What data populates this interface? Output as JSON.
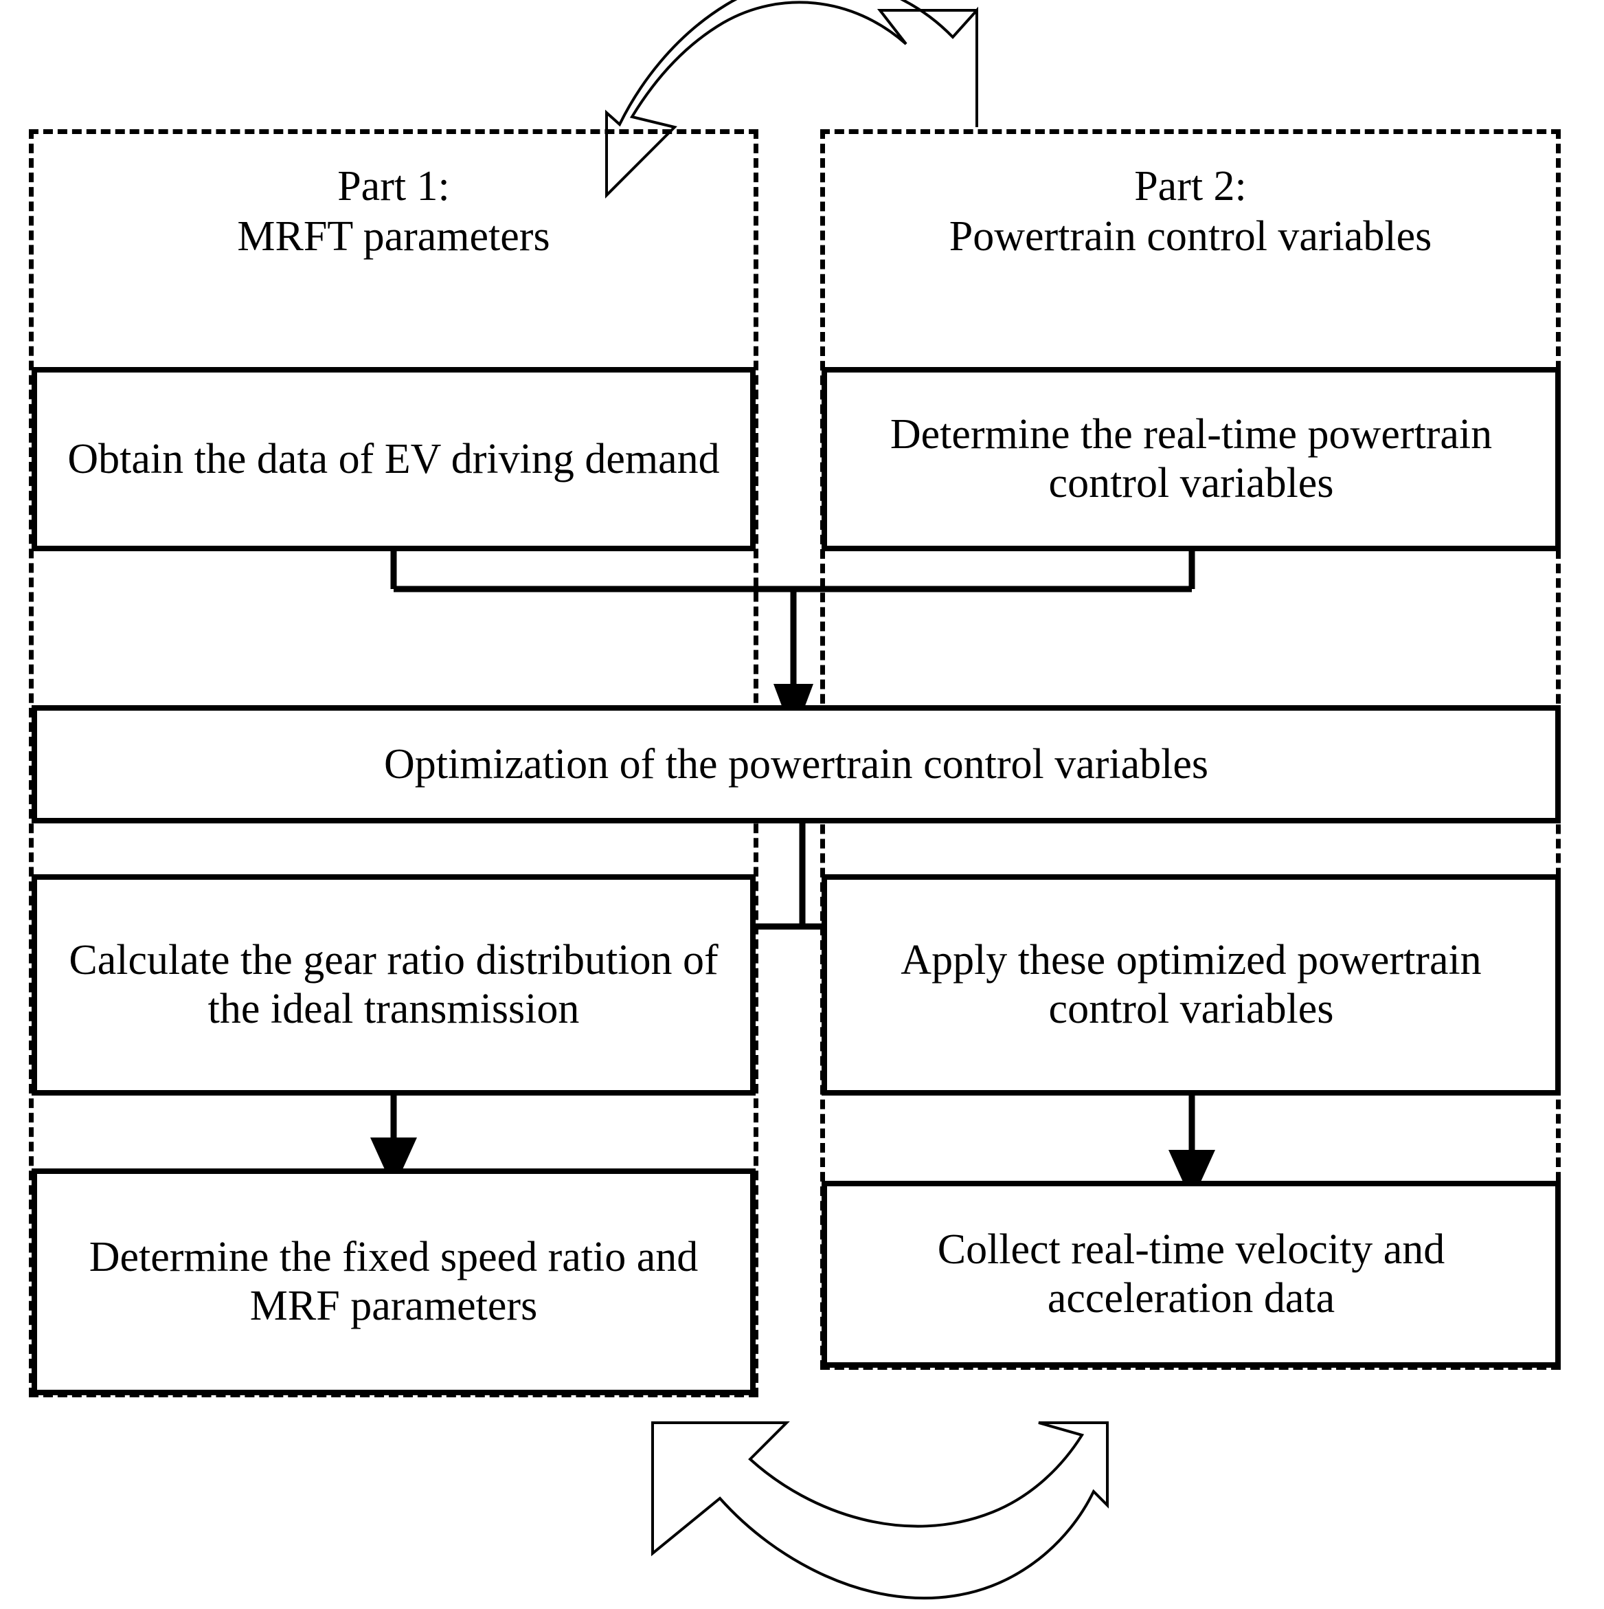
{
  "diagram": {
    "title": "Two-part iterative EV powertrain design flowchart",
    "colors": {
      "line": "#000000",
      "background": "#ffffff",
      "box_border": "#000000",
      "panel_border": "#000000"
    },
    "panels": [
      {
        "id": "part1",
        "title": "Part 1:\nMRFT parameters",
        "border_style": "dashed"
      },
      {
        "id": "part2",
        "title": "Part 2:\nPowertrain control variables",
        "border_style": "dashed"
      }
    ],
    "boxes": {
      "part1_step1": "Obtain the data of EV driving demand",
      "part2_step1": "Determine the real-time powertrain control variables",
      "shared_step": "Optimization of the powertrain control variables",
      "part1_step2": "Calculate the gear ratio distribution of the ideal transmission",
      "part2_step2": "Apply these optimized powertrain control variables",
      "part1_step3": "Determine the fixed speed ratio and MRF parameters",
      "part2_step3": "Collect real-time velocity and acceleration data"
    },
    "arrows": [
      {
        "id": "top-loop-arrow",
        "shape": "curved-u-arrow",
        "direction": "right-to-left-over-top"
      },
      {
        "id": "merge-arrow",
        "shape": "merge-into-center-down"
      },
      {
        "id": "split-arrow",
        "shape": "split-to-both-columns-down"
      },
      {
        "id": "part1-down-arrow",
        "shape": "straight-down"
      },
      {
        "id": "part2-down-arrow",
        "shape": "straight-down"
      },
      {
        "id": "bottom-loop-arrow",
        "shape": "curved-u-arrow",
        "direction": "right-to-left-under-bottom"
      }
    ]
  }
}
